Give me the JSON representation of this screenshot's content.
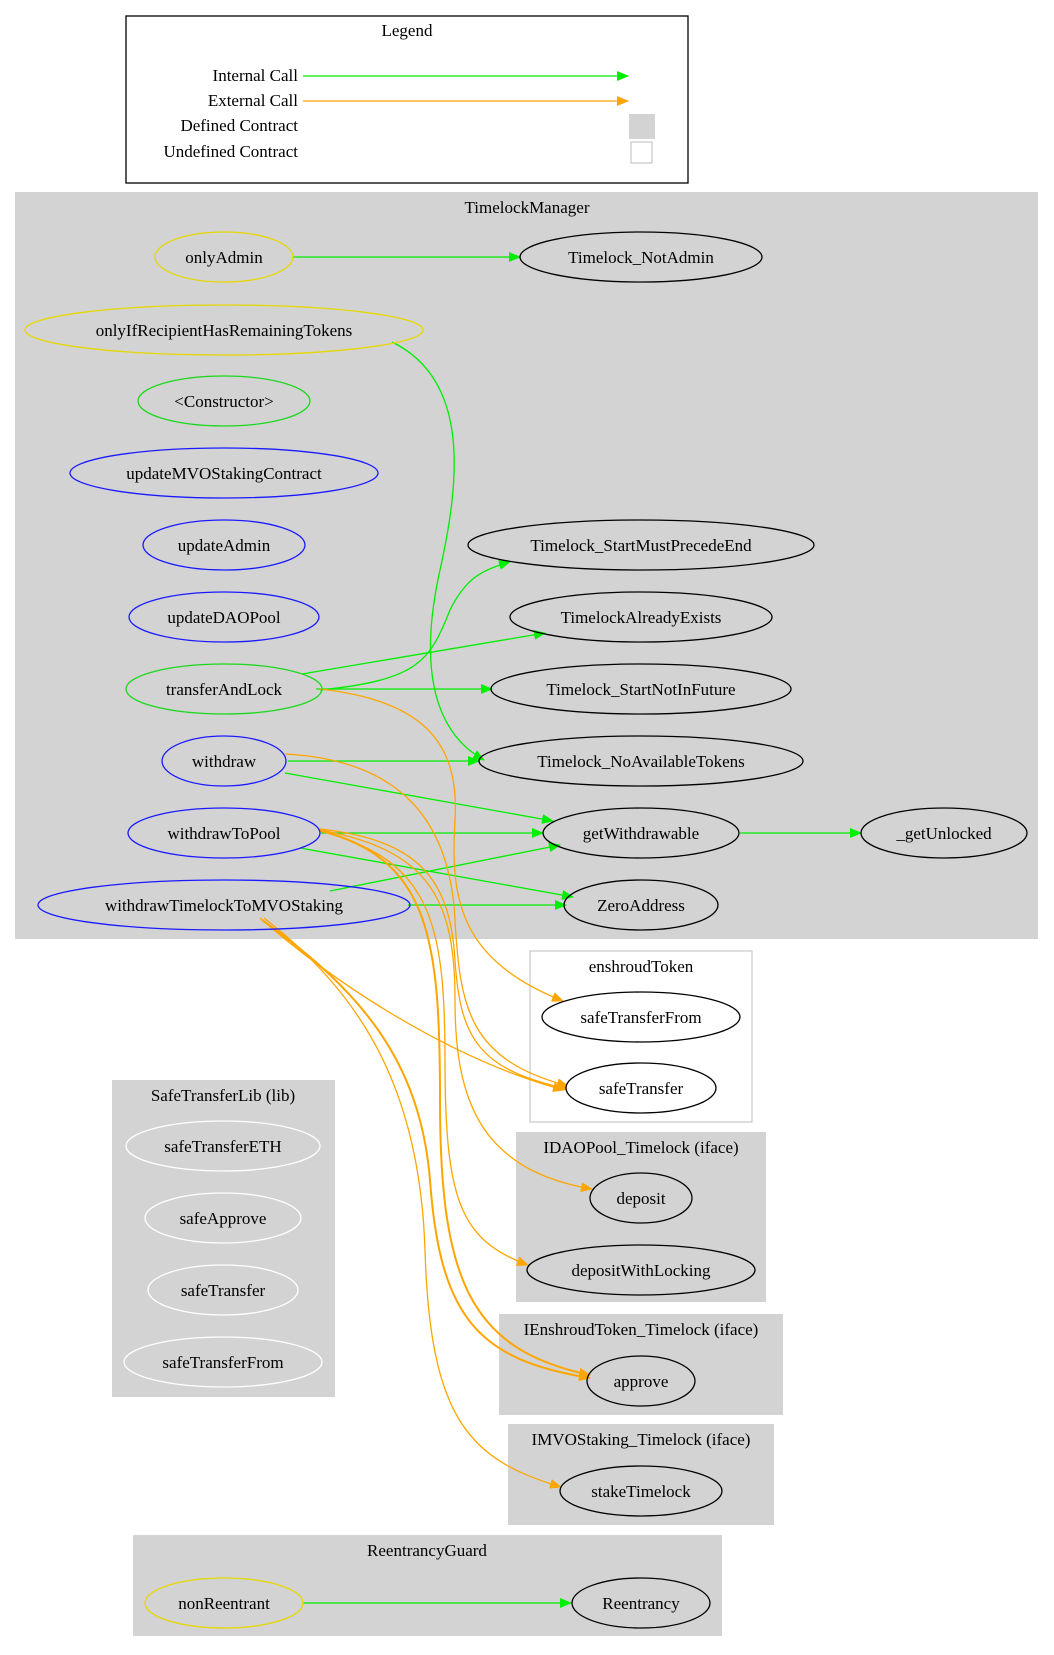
{
  "legend": {
    "title": "Legend",
    "internal_call": "Internal Call",
    "external_call": "External Call",
    "defined_contract": "Defined Contract",
    "undefined_contract": "Undefined Contract"
  },
  "colors": {
    "internal": "#00ee00",
    "external": "#ffa500",
    "cluster_bg": "#d3d3d3",
    "modifier": "#e6d800",
    "public": "#1a1aff",
    "internal_fn": "#1bd81b",
    "lib": "#ffffff"
  },
  "clusters": {
    "timelock_manager": {
      "title": "TimelockManager",
      "only_admin": "onlyAdmin",
      "only_if_recipient": "onlyIfRecipientHasRemainingTokens",
      "constructor": "<Constructor>",
      "update_mvo": "updateMVOStakingContract",
      "update_admin": "updateAdmin",
      "update_dao_pool": "updateDAOPool",
      "transfer_and_lock": "transferAndLock",
      "withdraw": "withdraw",
      "withdraw_to_pool": "withdrawToPool",
      "withdraw_timelock_to_mvo": "withdrawTimelockToMVOStaking",
      "not_admin": "Timelock_NotAdmin",
      "start_must_precede_end": "Timelock_StartMustPrecedeEnd",
      "already_exists": "TimelockAlreadyExists",
      "start_not_in_future": "Timelock_StartNotInFuture",
      "no_available_tokens": "Timelock_NoAvailableTokens",
      "get_withdrawable": "getWithdrawable",
      "get_unlocked": "_getUnlocked",
      "zero_address": "ZeroAddress"
    },
    "enshroud_token": {
      "title": "enshroudToken",
      "safe_transfer_from": "safeTransferFrom",
      "safe_transfer": "safeTransfer"
    },
    "safe_transfer_lib": {
      "title": "SafeTransferLib  (lib)",
      "safe_transfer_eth": "safeTransferETH",
      "safe_approve": "safeApprove",
      "safe_transfer": "safeTransfer",
      "safe_transfer_from": "safeTransferFrom"
    },
    "idao_pool": {
      "title": "IDAOPool_Timelock  (iface)",
      "deposit": "deposit",
      "deposit_with_locking": "depositWithLocking"
    },
    "ienshroud_token": {
      "title": "IEnshroudToken_Timelock  (iface)",
      "approve": "approve"
    },
    "imvo_staking": {
      "title": "IMVOStaking_Timelock  (iface)",
      "stake_timelock": "stakeTimelock"
    },
    "reentrancy_guard": {
      "title": "ReentrancyGuard",
      "non_reentrant": "nonReentrant",
      "reentrancy": "Reentrancy"
    }
  }
}
